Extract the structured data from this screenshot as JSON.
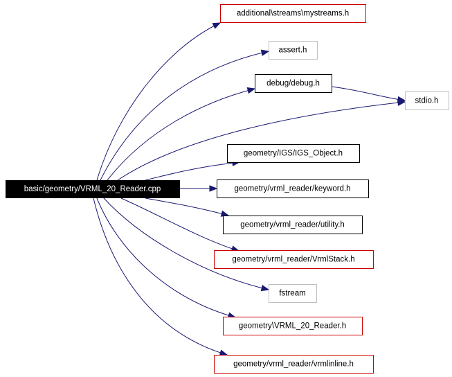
{
  "colors": {
    "edge": "#191970",
    "root_fill": "#000000",
    "root_text": "#ffffff",
    "red_border": "#cc0000",
    "gray_border": "#bfbfbf",
    "black_border": "#000000",
    "node_fill": "#ffffff",
    "node_text": "#000000"
  },
  "graph": {
    "root": {
      "id": "root",
      "label": "basic/geometry/VRML_20_Reader.cpp"
    },
    "nodes": [
      {
        "id": "mystreams",
        "label": "additional\\streams\\mystreams.h",
        "border": "red"
      },
      {
        "id": "assert",
        "label": "assert.h",
        "border": "gray"
      },
      {
        "id": "debug",
        "label": "debug/debug.h",
        "border": "black"
      },
      {
        "id": "stdio",
        "label": "stdio.h",
        "border": "gray"
      },
      {
        "id": "igsobject",
        "label": "geometry/IGS/IGS_Object.h",
        "border": "black"
      },
      {
        "id": "keyword",
        "label": "geometry/vrml_reader/keyword.h",
        "border": "black"
      },
      {
        "id": "utility",
        "label": "geometry/vrml_reader/utility.h",
        "border": "black"
      },
      {
        "id": "vrmlstack",
        "label": "geometry/vrml_reader/VrmlStack.h",
        "border": "red"
      },
      {
        "id": "fstream",
        "label": "fstream",
        "border": "gray"
      },
      {
        "id": "vrml20reader",
        "label": "geometry\\VRML_20_Reader.h",
        "border": "red"
      },
      {
        "id": "vrmlinline",
        "label": "geometry/vrml_reader/vrmlinline.h",
        "border": "red"
      }
    ],
    "edges": [
      {
        "from": "root",
        "to": "mystreams"
      },
      {
        "from": "root",
        "to": "assert"
      },
      {
        "from": "root",
        "to": "debug"
      },
      {
        "from": "root",
        "to": "stdio"
      },
      {
        "from": "root",
        "to": "igsobject"
      },
      {
        "from": "root",
        "to": "keyword"
      },
      {
        "from": "root",
        "to": "utility"
      },
      {
        "from": "root",
        "to": "vrmlstack"
      },
      {
        "from": "root",
        "to": "fstream"
      },
      {
        "from": "root",
        "to": "vrml20reader"
      },
      {
        "from": "root",
        "to": "vrmlinline"
      },
      {
        "from": "debug",
        "to": "stdio"
      }
    ]
  }
}
